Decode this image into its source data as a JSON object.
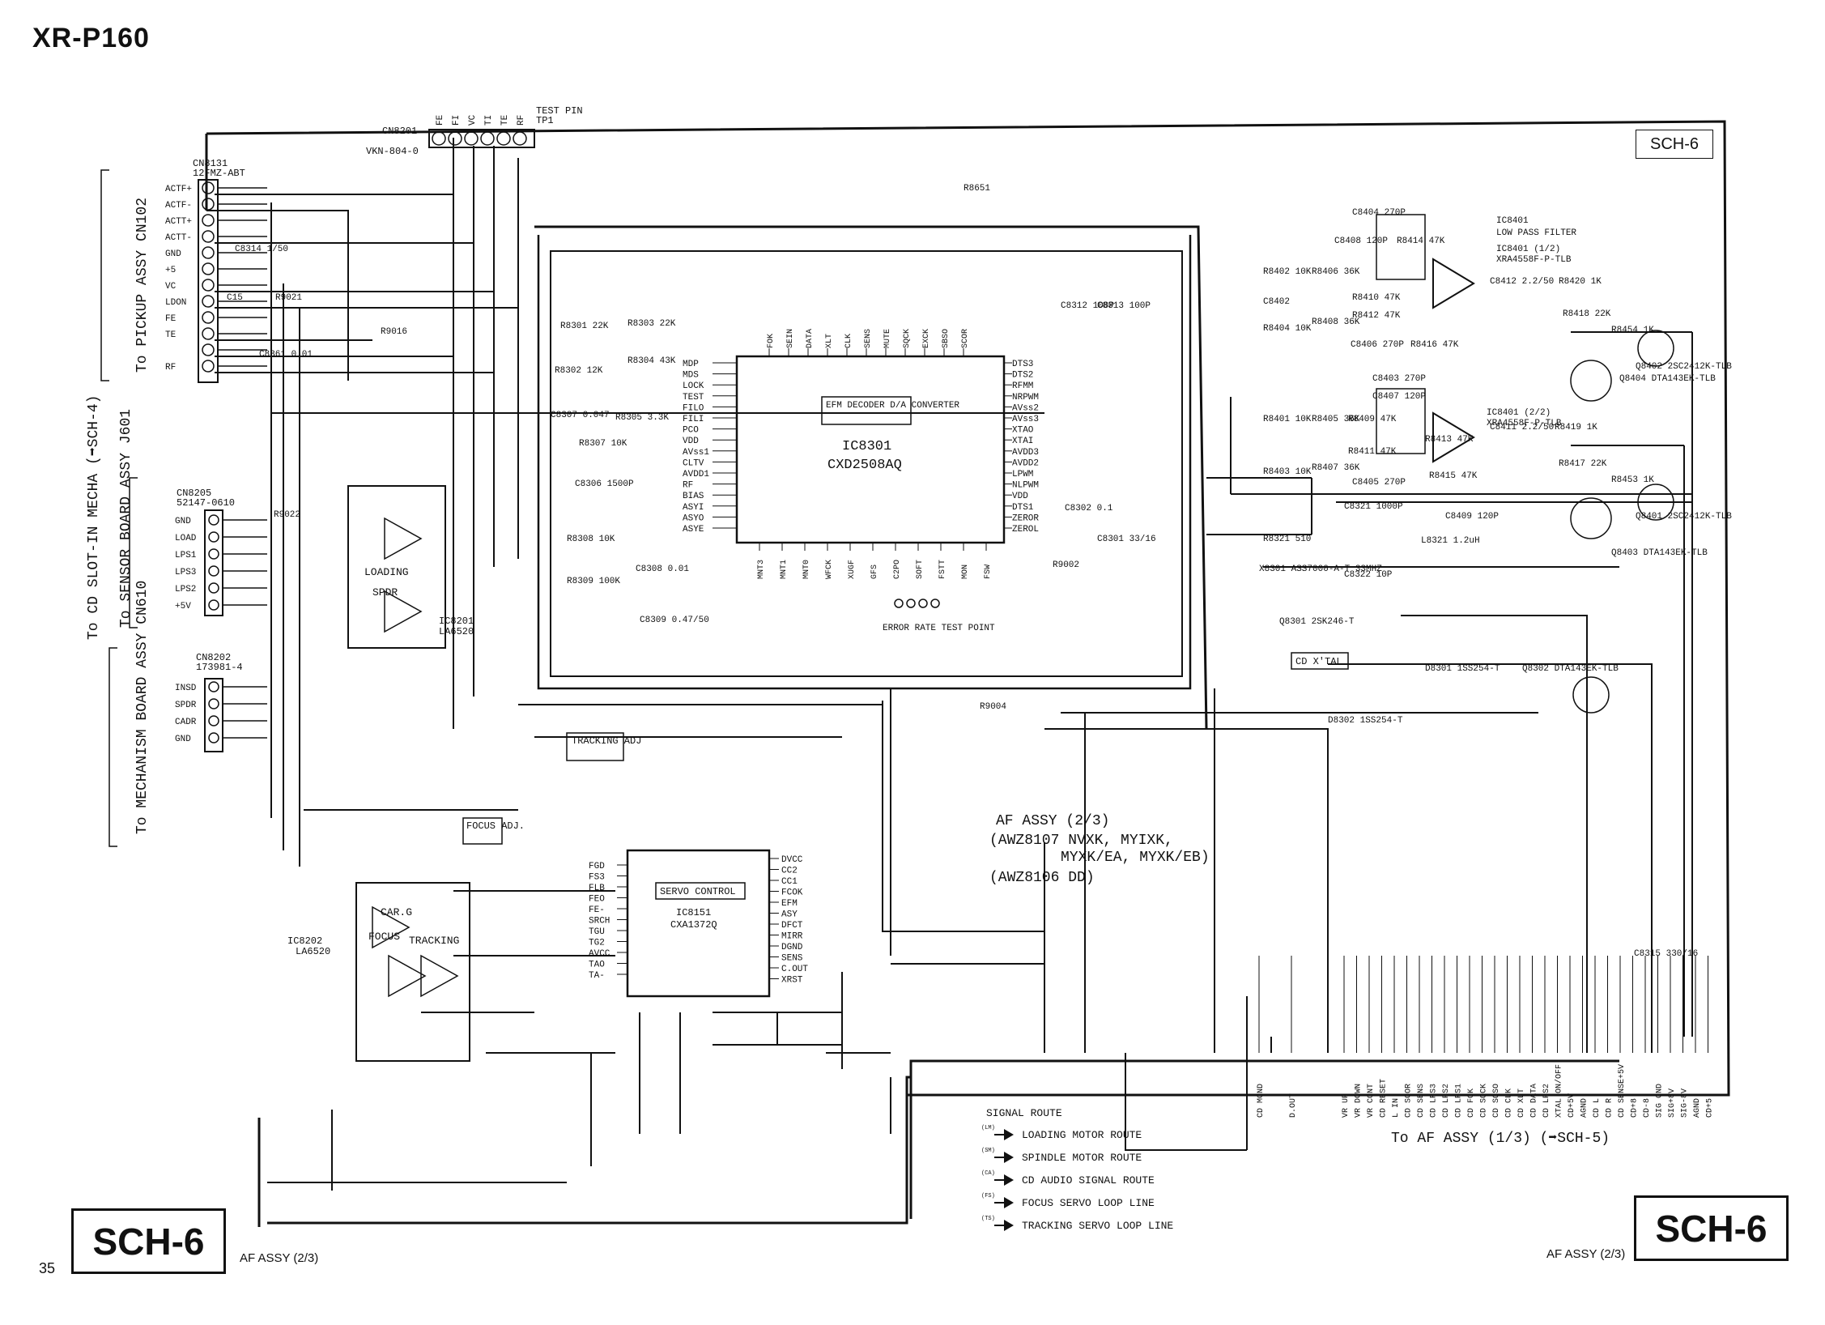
{
  "header": {
    "model": "XR-P160"
  },
  "frame_label": "SCH-6",
  "footer": {
    "page_number": "35",
    "left_box": "SCH-6",
    "right_box": "SCH-6",
    "left_caption": "AF ASSY (2/3)",
    "right_caption": "AF ASSY (2/3)"
  },
  "connectors": {
    "cn8201": {
      "ref": "CN8201",
      "part": "VKN-804-0",
      "test_pin": "TEST PIN",
      "tp": "TP1",
      "pins": [
        "FE",
        "FI",
        "VC",
        "TI",
        "TE",
        "RF"
      ]
    },
    "cn8131": {
      "ref": "CN8131",
      "part": "12FMZ-ABT",
      "pins": [
        "ACTF+",
        "ACTF-",
        "ACTT+",
        "ACTT-",
        "GND",
        "+5",
        "VC",
        "LDON",
        "FE",
        "TE",
        "",
        "RF"
      ]
    },
    "cn8205": {
      "ref": "CN8205",
      "part": "52147-0610",
      "pins": [
        "GND",
        "LOAD",
        "LPS1",
        "LPS3",
        "LPS2",
        "+5V"
      ]
    },
    "cn8202": {
      "ref": "CN8202",
      "part": "173981-4",
      "pins": [
        "INSD",
        "SPDR",
        "CADR",
        "GND"
      ]
    }
  },
  "side_labels": {
    "pickup": "To PICKUP ASSY CN102",
    "mecha": "To CD SLOT-IN MECHA (➡SCH-4)",
    "sensor": "To SENSOR BOARD ASSY J601",
    "mechanism": "To MECHANISM BOARD ASSY CN610"
  },
  "ics": {
    "efm": {
      "label": "EFM DECODER D/A CONVERTER",
      "ref": "IC8301",
      "part": "CXD2508AQ"
    },
    "servo": {
      "label": "SERVO CONTROL",
      "ref": "IC8151",
      "part": "CXA1372Q"
    },
    "lpf": {
      "label": "LOW PASS FILTER",
      "ref": "IC8401",
      "part1": "IC8401 (1/2)",
      "part2": "IC8401 (2/2)",
      "type": "XRA4558F-P-TLB"
    },
    "driver": {
      "ref": "IC8202",
      "part": "LA6520"
    },
    "driver2": {
      "ref": "IC8201",
      "part": "LA6520"
    }
  },
  "blocks": {
    "loading": "LOADING",
    "spdr": "SPDR",
    "carig": "CAR.G",
    "focus": "FOCUS",
    "tracking": "TRACKING",
    "tracking_adj": "TRACKING ADJ",
    "focus_adj": "FOCUS ADJ.",
    "cd_xtal": "CD X'TAL",
    "error_rate": "ERROR RATE TEST POINT"
  },
  "assy": {
    "line1": "AF ASSY (2/3)",
    "line2": "(AWZ8107 NVXK, MYIXK,",
    "line3": "MYXK/EA, MYXK/EB)",
    "line4": "(AWZ8106 DD)",
    "to_af": "To AF ASSY (1/3) (➡SCH-5)"
  },
  "legend": {
    "title": "SIGNAL ROUTE",
    "items": [
      {
        "tag": "(LM)",
        "text": "LOADING MOTOR ROUTE"
      },
      {
        "tag": "(SM)",
        "text": "SPINDLE MOTOR ROUTE"
      },
      {
        "tag": "(CA)",
        "text": "CD AUDIO SIGNAL ROUTE"
      },
      {
        "tag": "(FS)",
        "text": "FOCUS SERVO LOOP LINE"
      },
      {
        "tag": "(TS)",
        "text": "TRACKING SERVO LOOP LINE"
      }
    ]
  },
  "efm_left_pins": [
    "MDP",
    "MDS",
    "LOCK",
    "TEST",
    "FILO",
    "FILI",
    "PCO",
    "VDD",
    "AVss1",
    "CLTV",
    "AVDD1",
    "RF",
    "BIAS",
    "ASYI",
    "ASYO",
    "ASYE"
  ],
  "efm_right_pins": [
    "DTS3",
    "DTS2",
    "RFMM",
    "NRPWM",
    "AVss2",
    "AVss3",
    "XTAO",
    "XTAI",
    "AVDD3",
    "AVDD2",
    "LPWM",
    "NLPWM",
    "VDD",
    "DTS1",
    "ZEROR",
    "ZEROL"
  ],
  "efm_top_pins": [
    "FOK",
    "SEIN",
    "DATA",
    "XLT",
    "CLK",
    "SENS",
    "MUTE",
    "SQCK",
    "EXCK",
    "SBSO",
    "SCOR"
  ],
  "efm_bottom_pins": [
    "MNT3",
    "MNT1",
    "MNT0",
    "WFCK",
    "XUGF",
    "GFS",
    "C2PO",
    "SOFT",
    "FSTT",
    "MON",
    "FSW"
  ],
  "servo_right_pins": [
    "DVCC",
    "CC2",
    "CC1",
    "FCOK",
    "EFM",
    "ASY",
    "DFCT",
    "MIRR",
    "DGND",
    "SENS",
    "C.OUT",
    "XRST"
  ],
  "servo_left_pins": [
    "FGD",
    "FS3",
    "FLB",
    "FEO",
    "FE-",
    "SRCH",
    "TGU",
    "TG2",
    "AVCC",
    "TAO",
    "TA-"
  ],
  "bottom_connector_pins": [
    "CD MGND",
    "D.OUT",
    "VR UP",
    "VR DOWN",
    "VR CONT",
    "CD RESET",
    "L IN",
    "CD SCOR",
    "CD SENS",
    "CD LPS3",
    "CD LPS2",
    "CD LPS1",
    "CD FOK",
    "CD SQCK",
    "CD SQSO",
    "CD CLK",
    "CD XLT",
    "CD DATA",
    "CD LPS2",
    "XTAL ON/OFF",
    "CD+5V",
    "AGND",
    "CD L",
    "CD R",
    "CD SENSE+5V",
    "CD+8",
    "CD-8",
    "SIG GND",
    "SIG+8V",
    "SIG-8V",
    "AGND",
    "CD+5"
  ],
  "components": {
    "r8301": "R8301 22K",
    "r8303": "R8303 22K",
    "r8302": "R8302 12K",
    "r8304": "R8304 43K",
    "r8305": "R8305 3.3K",
    "r8307": "R8307 10K",
    "c8307": "C8307 0.047",
    "c8306": "C8306 1500P",
    "r8308": "R8308 10K",
    "r8309": "R8309 100K",
    "c8308": "C8308 0.01",
    "c8309": "C8309 0.47/50",
    "c8301": "C8301 33/16",
    "c8302": "C8302 0.1",
    "c8312": "C8312 100P",
    "c8313": "C8313 100P",
    "r8651": "R8651",
    "x8301": "X8301 ASS7000-A-T 33MHZ",
    "q8301": "Q8301 2SK246-T",
    "d8301": "D8301 1SS254-T",
    "d8302": "D8302 1SS254-T",
    "q8302": "Q8302 DTA143EK-TLB",
    "r8402": "R8402 10K",
    "r8404": "R8404 10K",
    "r8406": "R8406 36K",
    "r8408": "R8408 36K",
    "c8402": "C8402",
    "r8410": "R8410 47K",
    "r8412": "R8412 47K",
    "r8414": "R8414 47K",
    "c8406": "C8406 270P",
    "c8404": "C8404 270P",
    "c8408": "C8408 120P",
    "c8412": "C8412 2.2/50",
    "r8420": "R8420 1K",
    "r8418": "R8418 22K",
    "r8454": "R8454 1K",
    "q8402": "Q8402 2SC2412K-TLB",
    "q8404": "Q8404 DTA143EK-TLB",
    "r8401": "R8401 10K",
    "r8403": "R8403 10K",
    "r8405": "R8405 36K",
    "r8407": "R8407 36K",
    "r8409": "R8409 47K",
    "r8411": "R8411 47K",
    "r8413": "R8413 47K",
    "r8415": "R8415 47K",
    "r8416": "R8416 47K",
    "c8403": "C8403 270P",
    "c8407": "C8407 120P",
    "c8405": "C8405 270P",
    "c8409": "C8409 120P",
    "c8411": "C8411 2.2/50",
    "r8419": "R8419 1K",
    "r8417": "R8417 22K",
    "r8453": "R8453 1K",
    "q8401": "Q8401 2SC2412K-TLB",
    "q8403": "Q8403 DTA143EK-TLB",
    "c8321": "C8321 1000P",
    "r8321": "R8321 510",
    "l8321": "L8321 1.2uH",
    "c8322": "C8322 10P",
    "r9002": "R9002",
    "r9004": "R9004",
    "c8315": "C8315 330/16",
    "r9016": "R9016",
    "c8314": "C8314 1/50",
    "r9021": "R9021",
    "c8361": "C8361 0.01",
    "r9022": "R9022",
    "c15": "C15"
  }
}
